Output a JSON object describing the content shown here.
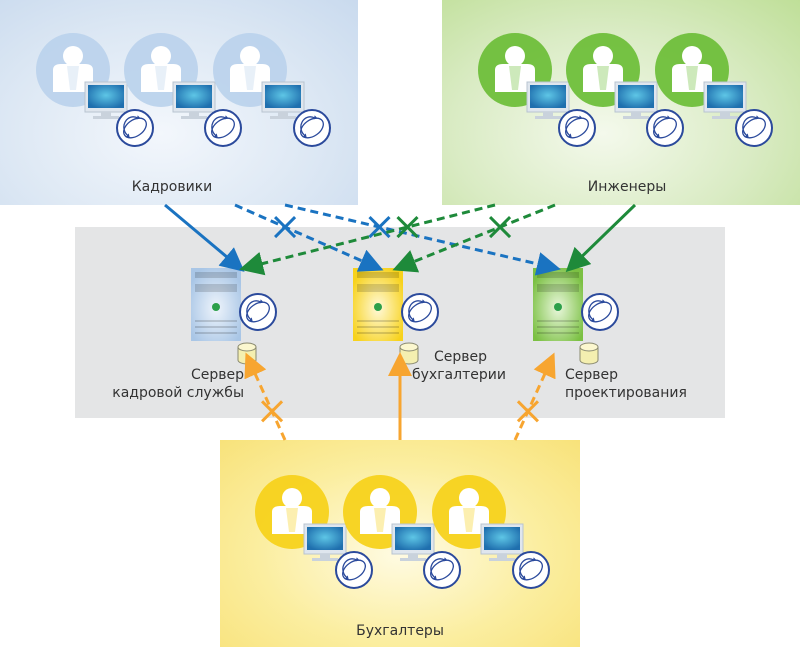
{
  "groups": {
    "hr": {
      "label": "Кадровики",
      "users": 3,
      "color": "#a9c6e6"
    },
    "engineers": {
      "label": "Инженеры",
      "users": 3,
      "color": "#6fbf3b"
    },
    "accountants": {
      "label": "Бухгалтеры",
      "users": 3,
      "color": "#f7d21c"
    }
  },
  "servers": {
    "hr": {
      "line1": "Сервер",
      "line2": "кадровой службы",
      "color": "#a9c6e6"
    },
    "accounting": {
      "line1": "Сервер",
      "line2": "бухгалтерии",
      "color": "#f7d21c"
    },
    "design": {
      "line1": "Сервер",
      "line2": "проектирования",
      "color": "#7bc043"
    }
  },
  "connections": [
    {
      "from": "hr",
      "to": "hr-server",
      "allowed": true,
      "color": "#1a73c1"
    },
    {
      "from": "hr",
      "to": "accounting-server",
      "allowed": false,
      "color": "#1a73c1"
    },
    {
      "from": "hr",
      "to": "design-server",
      "allowed": false,
      "color": "#1a73c1"
    },
    {
      "from": "engineers",
      "to": "design-server",
      "allowed": true,
      "color": "#1e8a3a"
    },
    {
      "from": "engineers",
      "to": "hr-server",
      "allowed": false,
      "color": "#1e8a3a"
    },
    {
      "from": "engineers",
      "to": "accounting-server",
      "allowed": false,
      "color": "#1e8a3a"
    },
    {
      "from": "accountants",
      "to": "accounting-server",
      "allowed": true,
      "color": "#f7a530"
    },
    {
      "from": "accountants",
      "to": "hr-server",
      "allowed": false,
      "color": "#f7a530"
    },
    {
      "from": "accountants",
      "to": "design-server",
      "allowed": false,
      "color": "#f7a530"
    }
  ],
  "icons": {
    "user": "user-avatar-icon",
    "monitor": "monitor-icon",
    "agent": "network-agent-icon",
    "server": "server-icon",
    "database": "database-icon",
    "blocked": "blocked-cross-icon"
  }
}
